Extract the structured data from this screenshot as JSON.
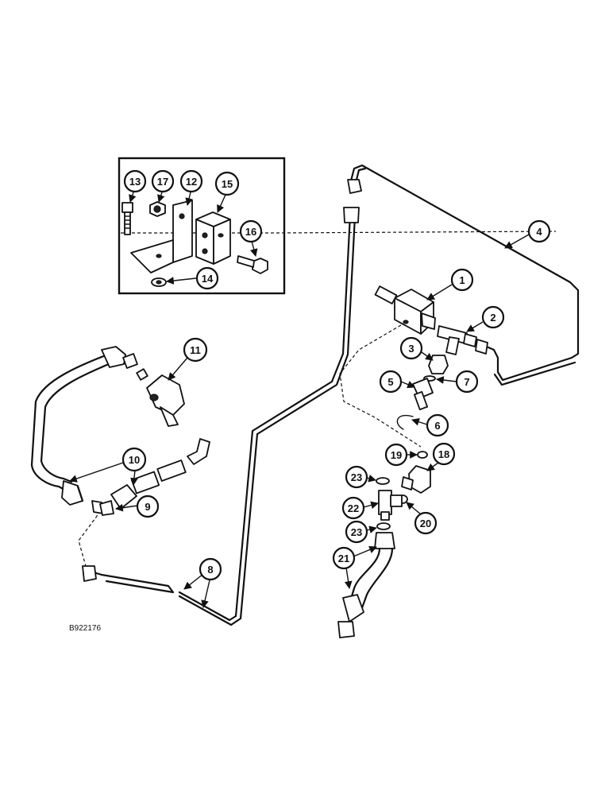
{
  "figure_code": "B922176",
  "callouts": [
    "1",
    "2",
    "3",
    "4",
    "5",
    "6",
    "7",
    "8",
    "9",
    "10",
    "11",
    "12",
    "13",
    "14",
    "15",
    "16",
    "17",
    "18",
    "19",
    "20",
    "21",
    "22",
    "23"
  ]
}
